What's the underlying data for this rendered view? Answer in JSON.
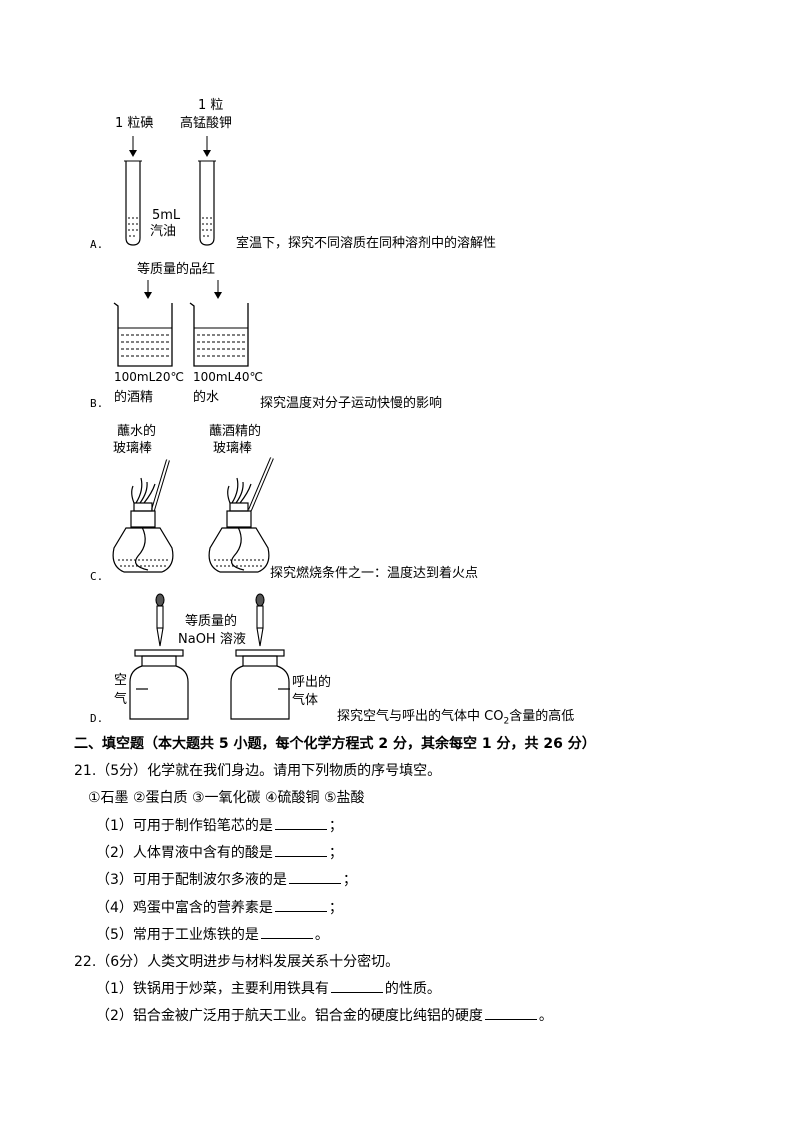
{
  "optionA": {
    "letter": "A.",
    "label_left": "1 粒碘",
    "label_right_1": "1 粒",
    "label_right_2": "高锰酸钾",
    "label_solvent_1": "5mL",
    "label_solvent_2": "汽油",
    "caption": "室温下，探究不同溶质在同种溶剂中的溶解性"
  },
  "optionB": {
    "letter": "B.",
    "label_top": "等质量的品红",
    "left_1": "100mL20℃",
    "left_2": "的酒精",
    "right_1": "100mL40℃",
    "right_2": "的水",
    "caption": "探究温度对分子运动快慢的影响"
  },
  "optionC": {
    "letter": "C.",
    "left_1": "蘸水的",
    "left_2": "玻璃棒",
    "right_1": "蘸酒精的",
    "right_2": "玻璃棒",
    "caption": "探究燃烧条件之一：温度达到着火点"
  },
  "optionD": {
    "letter": "D.",
    "label_top_1": "等质量的",
    "label_top_2": "NaOH 溶液",
    "left_1": "空",
    "left_2": "气",
    "right_1": "呼出的",
    "right_2": "气体",
    "caption_pre": "探究空气与呼出的气体中 CO",
    "caption_sub": "2",
    "caption_post": "含量的高低"
  },
  "section2": {
    "heading": "二、填空题（本大题共 5 小题，每个化学方程式 2 分，其余每空 1 分，共 26 分）"
  },
  "q21": {
    "stem": "21.（5分）化学就在我们身边。请用下列物质的序号填空。",
    "options": "①石墨 ②蛋白质 ③一氧化碳 ④硫酸铜 ⑤盐酸",
    "items": [
      {
        "text": "（1）可用于制作铅笔芯的是",
        "end": "；"
      },
      {
        "text": "（2）人体胃液中含有的酸是",
        "end": "；"
      },
      {
        "text": "（3）可用于配制波尔多液的是",
        "end": "；"
      },
      {
        "text": "（4）鸡蛋中富含的营养素是",
        "end": "；"
      },
      {
        "text": "（5）常用于工业炼铁的是",
        "end": "。"
      }
    ]
  },
  "q22": {
    "stem": "22.（6分）人类文明进步与材料发展关系十分密切。",
    "item1_pre": "（1）铁锅用于炒菜，主要利用铁具有",
    "item1_post": "的性质。",
    "item2_pre": "（2）铝合金被广泛用于航天工业。铝合金的硬度比纯铝的硬度",
    "item2_post": "。"
  }
}
